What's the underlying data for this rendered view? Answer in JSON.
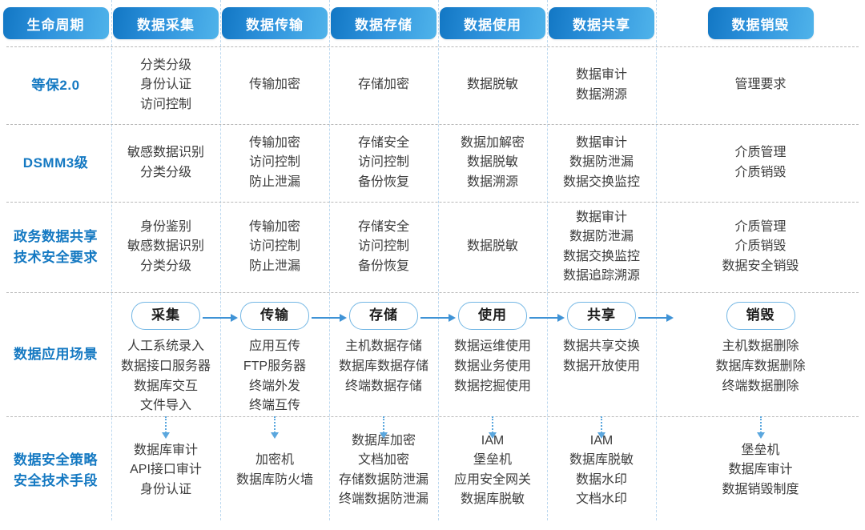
{
  "colors": {
    "header_pill_start": "#1277c4",
    "header_pill_end": "#4fb3ea",
    "row_label": "#1579c2",
    "body_text": "#3c3c3c",
    "arrow": "#3f93d6",
    "dotted_arrow": "#5ba7de",
    "column_separator": "#bcd8ef",
    "row_separator": "#b9b9b9",
    "stage_pill_border": "#72b6e4",
    "background": "#ffffff"
  },
  "headers": [
    "生命周期",
    "数据采集",
    "数据传输",
    "数据存储",
    "数据使用",
    "数据共享",
    "数据销毁"
  ],
  "rows": [
    {
      "label": "等保2.0",
      "cells": [
        [
          "分类分级",
          "身份认证",
          "访问控制"
        ],
        [
          "传输加密"
        ],
        [
          "存储加密"
        ],
        [
          "数据脱敏"
        ],
        [
          "数据审计",
          "数据溯源"
        ],
        [
          "管理要求"
        ]
      ]
    },
    {
      "label": "DSMM3级",
      "cells": [
        [
          "敏感数据识别",
          "分类分级"
        ],
        [
          "传输加密",
          "访问控制",
          "防止泄漏"
        ],
        [
          "存储安全",
          "访问控制",
          "备份恢复"
        ],
        [
          "数据加解密",
          "数据脱敏",
          "数据溯源"
        ],
        [
          "数据审计",
          "数据防泄漏",
          "数据交换监控"
        ],
        [
          "介质管理",
          "介质销毁"
        ]
      ]
    },
    {
      "label": "政务数据共享\n技术安全要求",
      "label_lines": [
        "政务数据共享",
        "技术安全要求"
      ],
      "cells": [
        [
          "身份鉴别",
          "敏感数据识别",
          "分类分级"
        ],
        [
          "传输加密",
          "访问控制",
          "防止泄漏"
        ],
        [
          "存储安全",
          "访问控制",
          "备份恢复"
        ],
        [
          "数据脱敏"
        ],
        [
          "数据审计",
          "数据防泄漏",
          "数据交换监控",
          "数据追踪溯源"
        ],
        [
          "介质管理",
          "介质销毁",
          "数据安全销毁"
        ]
      ]
    },
    {
      "label": "数据应用场景",
      "label_lines": [
        "数据应用场景"
      ],
      "stages": [
        "采集",
        "传输",
        "存储",
        "使用",
        "共享",
        "销毁"
      ],
      "cells": [
        [
          "人工系统录入",
          "数据接口服务器",
          "数据库交互",
          "文件导入"
        ],
        [
          "应用互传",
          "FTP服务器",
          "终端外发",
          "终端互传"
        ],
        [
          "主机数据存储",
          "数据库数据存储",
          "终端数据存储"
        ],
        [
          "数据运维使用",
          "数据业务使用",
          "数据挖掘使用"
        ],
        [
          "数据共享交换",
          "数据开放使用"
        ],
        [
          "主机数据删除",
          "数据库数据删除",
          "终端数据删除"
        ]
      ]
    },
    {
      "label": "数据安全策略\n安全技术手段",
      "label_lines": [
        "数据安全策略",
        "安全技术手段"
      ],
      "cells": [
        [
          "数据库审计",
          "API接口审计",
          "身份认证"
        ],
        [
          "加密机",
          "数据库防火墙"
        ],
        [
          "数据库加密",
          "文档加密",
          "存储数据防泄漏",
          "终端数据防泄漏"
        ],
        [
          "IAM",
          "堡垒机",
          "应用安全网关",
          "数据库脱敏"
        ],
        [
          "IAM",
          "数据库脱敏",
          "数据水印",
          "文档水印"
        ],
        [
          "堡垒机",
          "数据库审计",
          "数据销毁制度"
        ]
      ]
    }
  ]
}
